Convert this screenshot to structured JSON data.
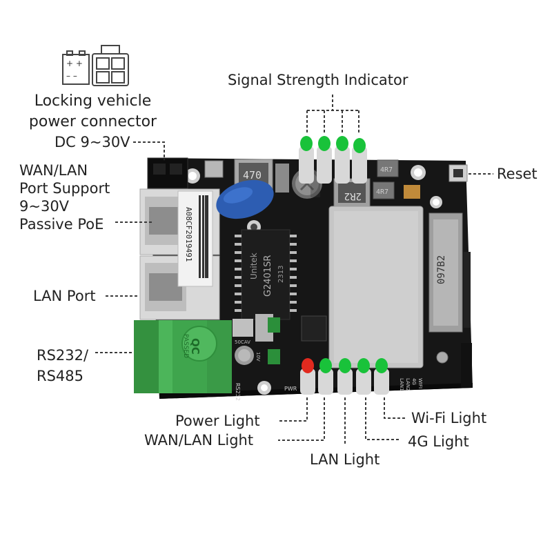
{
  "labels": {
    "connector_line1": "Locking vehicle",
    "connector_line2": "power connector",
    "dc_input": "DC 9~30V",
    "wan_line1": "WAN/LAN",
    "wan_line2": "Port Support",
    "wan_line3": "9~30V",
    "wan_line4": "Passive PoE",
    "lan_port": "LAN Port",
    "rs_line1": "RS232/",
    "rs_line2": "RS485",
    "signal": "Signal Strength Indicator",
    "reset": "Reset",
    "power_light": "Power Light",
    "wanlan_light": "WAN/LAN Light",
    "lan_light": "LAN Light",
    "lte_light": "4G Light",
    "wifi_light": "Wi-Fi Light"
  },
  "board_text": {
    "sticker_id": "A08CF2019491",
    "chip_brand": "Unitek",
    "chip_model": "G2401SR",
    "chip_code": "2313",
    "inductor_top": "470",
    "inductor_2r2": "2R2",
    "inductor_4r7a": "4R7",
    "inductor_4r7b": "4R7",
    "module_code": "097B2",
    "qc_text": "QC",
    "qc_passed": "PASSED",
    "silk_pwr": "PWR",
    "silk_rs232": "RS232",
    "silk_wifi": "WIFI",
    "silk_4g": "4G",
    "silk_lan2": "LAN2",
    "silk_lan1": "LAN1",
    "cap_code": "50CAV",
    "cap_val": "10V"
  },
  "colors": {
    "board": "#161616",
    "led_green": "#19c23a",
    "led_red": "#e22a1f",
    "connector_green": "#3fa54d",
    "leader": "#3a3a3a"
  }
}
